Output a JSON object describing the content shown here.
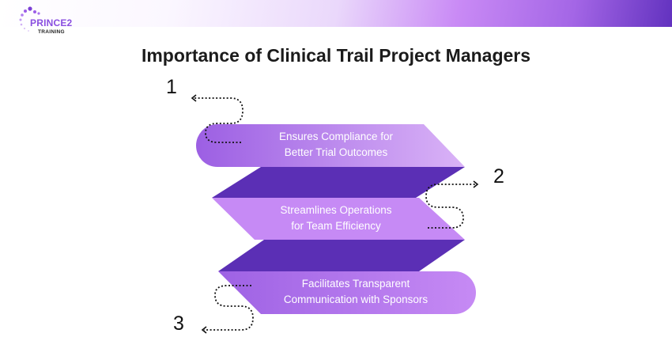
{
  "brand": {
    "name": "PRINCE2",
    "subtitle": "TRAINING"
  },
  "title": "Importance of Clinical Trail Project Managers",
  "colors": {
    "accent_dark": "#5b2fb5",
    "accent_light": "#c98af5",
    "text_on_shape": "#ffffff"
  },
  "steps": [
    {
      "number": "1",
      "line1": "Ensures Compliance for",
      "line2": "Better Trial Outcomes"
    },
    {
      "number": "2",
      "line1": "Streamlines Operations",
      "line2": "for Team Efficiency"
    },
    {
      "number": "3",
      "line1": "Facilitates Transparent",
      "line2": "Communication with Sponsors"
    }
  ]
}
